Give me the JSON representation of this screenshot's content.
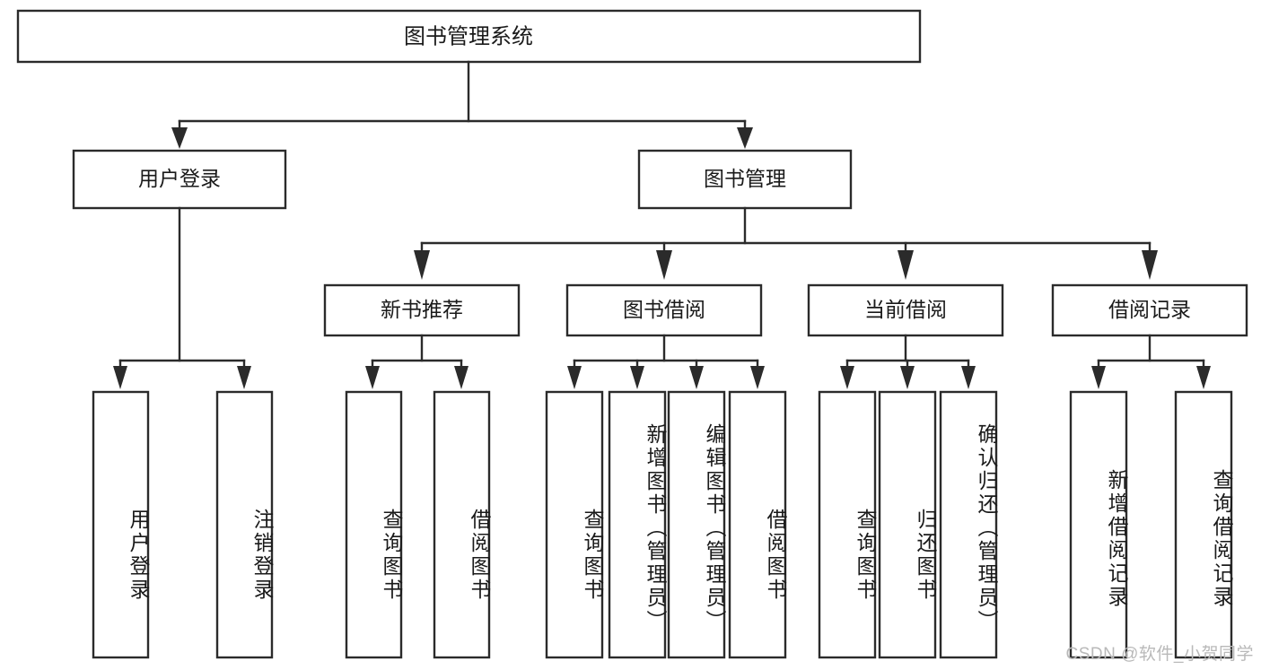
{
  "diagram": {
    "type": "tree-hierarchy",
    "title": "图书管理系统",
    "watermark": "CSDN @软件_小贺同学",
    "colors": {
      "background": "#ffffff",
      "stroke": "#2b2b2b",
      "text": "#1a1a1a",
      "watermark": "#b9b9b9"
    },
    "levels": {
      "root": {
        "label": "图书管理系统"
      },
      "level2": [
        {
          "id": "user-login",
          "label": "用户登录"
        },
        {
          "id": "book-management",
          "label": "图书管理"
        }
      ],
      "level3": [
        {
          "id": "new-book-recommend",
          "label": "新书推荐",
          "parent": "book-management"
        },
        {
          "id": "book-borrow",
          "label": "图书借阅",
          "parent": "book-management"
        },
        {
          "id": "current-borrow",
          "label": "当前借阅",
          "parent": "book-management"
        },
        {
          "id": "borrow-record",
          "label": "借阅记录",
          "parent": "book-management"
        }
      ],
      "leaves": [
        {
          "id": "leaf-user-login",
          "label": "用户登录",
          "parent": "user-login"
        },
        {
          "id": "leaf-logout",
          "label": "注销登录",
          "parent": "user-login"
        },
        {
          "id": "leaf-query-book-1",
          "label": "查询图书",
          "parent": "new-book-recommend"
        },
        {
          "id": "leaf-borrow-book-1",
          "label": "借阅图书",
          "parent": "new-book-recommend"
        },
        {
          "id": "leaf-query-book-2",
          "label": "查询图书",
          "parent": "book-borrow"
        },
        {
          "id": "leaf-add-book",
          "label": "新增图书（管理员）",
          "parent": "book-borrow"
        },
        {
          "id": "leaf-edit-book",
          "label": "编辑图书（管理员）",
          "parent": "book-borrow"
        },
        {
          "id": "leaf-borrow-book-2",
          "label": "借阅图书",
          "parent": "book-borrow"
        },
        {
          "id": "leaf-query-book-3",
          "label": "查询图书",
          "parent": "current-borrow"
        },
        {
          "id": "leaf-return-book",
          "label": "归还图书",
          "parent": "current-borrow"
        },
        {
          "id": "leaf-confirm-return",
          "label": "确认归还（管理员）",
          "parent": "current-borrow"
        },
        {
          "id": "leaf-add-record",
          "label": "新增借阅记录",
          "parent": "borrow-record"
        },
        {
          "id": "leaf-query-record",
          "label": "查询借阅记录",
          "parent": "borrow-record"
        }
      ]
    }
  }
}
